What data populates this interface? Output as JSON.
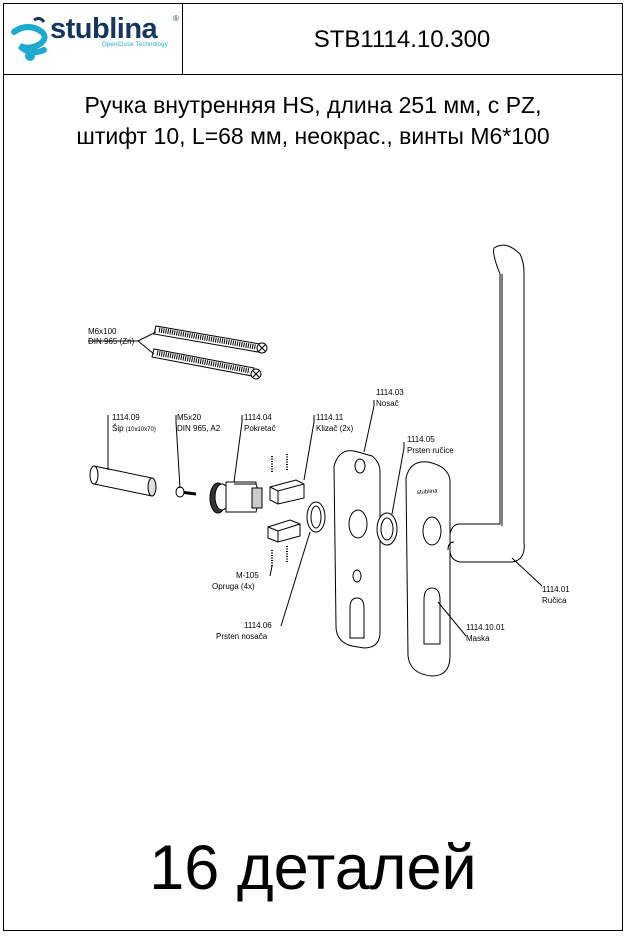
{
  "header": {
    "logo_text": "stublina",
    "logo_reg": "®",
    "logo_tagline": "OpenClose Technology",
    "product_code": "STB1114.10.300"
  },
  "title": {
    "line1": "Ручка внутренняя HS, длина 251 мм, с PZ,",
    "line2": "штифт 10, L=68 мм, неокрас., винты M6*100"
  },
  "callouts": {
    "screws": {
      "line1": "M6x100",
      "line2": "DIN 965 (Zn)"
    },
    "pin": {
      "line1": "1114.09",
      "line2": "Šip",
      "line2_small": "(10x10x70)"
    },
    "screw_small": {
      "line1": "M5x20",
      "line2": "DIN 965, A2"
    },
    "driver": {
      "line1": "1114.04",
      "line2": "Pokretač"
    },
    "slider": {
      "line1": "1114.11",
      "line2": "Klizač (2x)"
    },
    "carrier": {
      "line1": "1114.03",
      "line2": "Nosač"
    },
    "handle_ring": {
      "line1": "1114.05",
      "line2": "Prsten ručice"
    },
    "spring": {
      "line1": "M-105",
      "line2": "Opruga (4x)"
    },
    "carrier_ring": {
      "line1": "1114.06",
      "line2": "Prsten nosača"
    },
    "mask": {
      "line1": "1114.10.01",
      "line2": "Maska"
    },
    "handle": {
      "line1": "1114.01",
      "line2": "Ručica"
    },
    "mask_marking": "stublina"
  },
  "footer": {
    "parts_count": "16 деталей"
  }
}
